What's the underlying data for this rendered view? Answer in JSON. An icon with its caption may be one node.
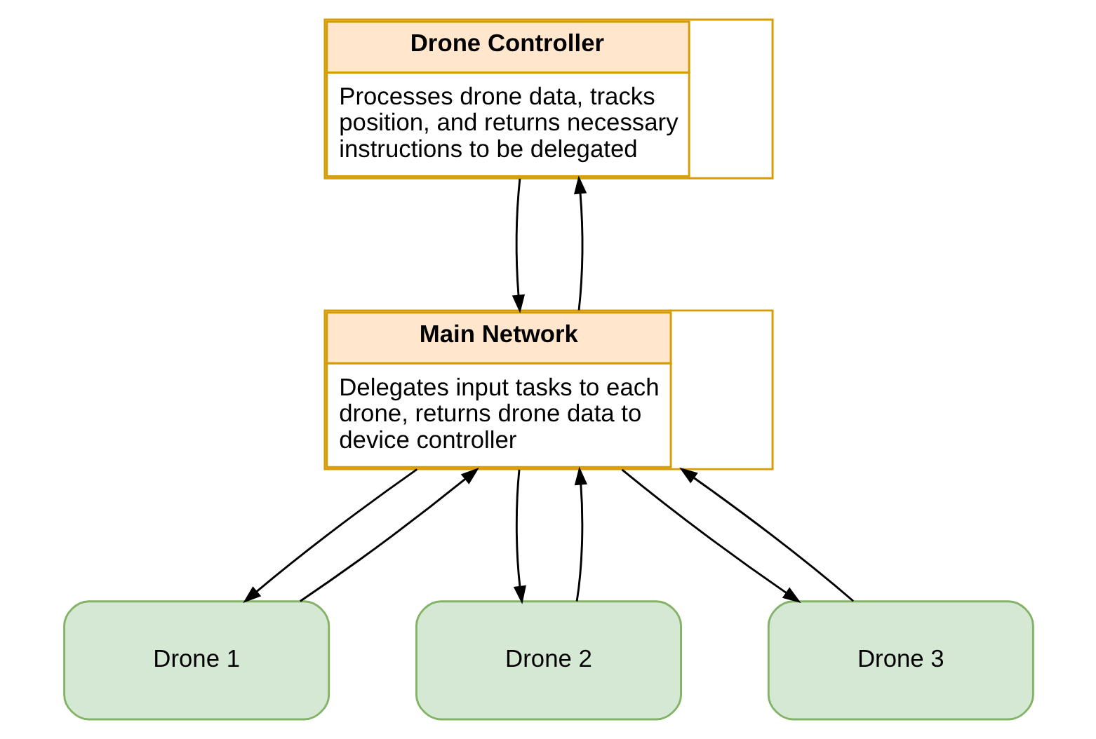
{
  "diagram": {
    "nodes": [
      {
        "text": [
          "Drone Controller",
          "Processes drone data, tracks position, and returns necessary instructions to be delegated"
        ]
      },
      {
        "text": [
          "Main Network",
          "Delegates input tasks to each drone, returns drone data to device controller"
        ]
      },
      {
        "text": [
          "Drone 1"
        ]
      },
      {
        "text": [
          "Drone 2"
        ]
      },
      {
        "text": [
          "Drone 3"
        ]
      }
    ],
    "edges": [
      {
        "from": 0,
        "to": 1,
        "arrow": "to"
      },
      {
        "from": 1,
        "to": 0,
        "arrow": "to"
      },
      {
        "from": 1,
        "to": 2,
        "arrow": "to"
      },
      {
        "from": 2,
        "to": 1,
        "arrow": "to"
      },
      {
        "from": 1,
        "to": 3,
        "arrow": "to"
      },
      {
        "from": 3,
        "to": 1,
        "arrow": "to"
      },
      {
        "from": 1,
        "to": 4,
        "arrow": "to"
      },
      {
        "from": 4,
        "to": 1,
        "arrow": "to"
      }
    ]
  }
}
